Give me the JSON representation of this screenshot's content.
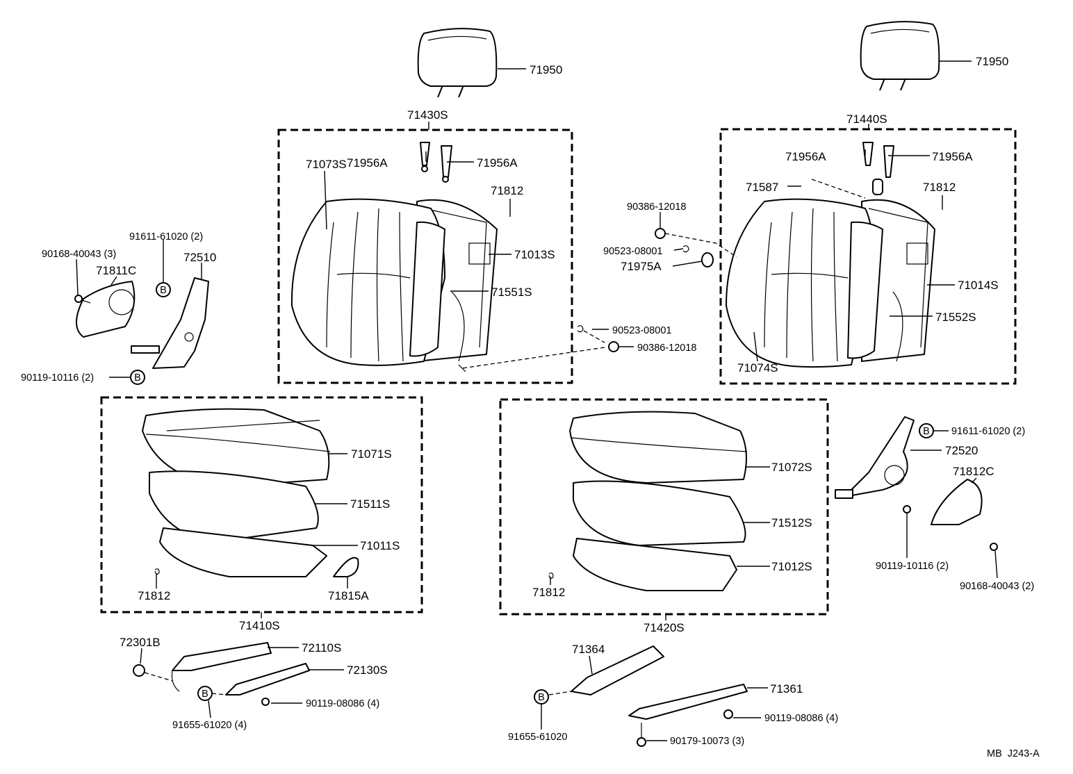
{
  "diagram_id": "MB  J243-A",
  "callout_symbol": "B",
  "labels": {
    "headrest_left": "71950",
    "headrest_right": "71950",
    "back_assy_left": "71430S",
    "back_assy_right": "71440S",
    "guide_l1": "71956A",
    "guide_l2": "71956A",
    "guide_r1": "71956A",
    "guide_r2": "71956A",
    "back_cover_left": "71073S",
    "back_cover_right": "71074S",
    "hog_ring_back_left": "71812",
    "hog_ring_back_right": "71812",
    "back_frame_left": "71013S",
    "back_frame_right": "71014S",
    "back_pad_left": "71551S",
    "back_pad_right": "71552S",
    "knob_71587": "71587",
    "nut_upper": "90386-12018",
    "clip_upper": "90523-08001",
    "bushing": "71975A",
    "clip_lower": "90523-08001",
    "nut_lower": "90386-12018",
    "recliner_left": "72510",
    "pin_left": "91611-61020 (2)",
    "bolt_left": "90168-40043 (3)",
    "cover_left": "71811C",
    "bolt_recliner_left": "90119-10116 (2)",
    "cushion_cover_left": "71071S",
    "cushion_pad_left": "71511S",
    "cushion_frame_left": "71011S",
    "hog_ring_cushion_left": "71812",
    "knob_cover": "71815A",
    "cushion_assy_left": "71410S",
    "cushion_cover_right": "71072S",
    "cushion_pad_right": "71512S",
    "cushion_frame_right": "71012S",
    "hog_ring_cushion_right": "71812",
    "cushion_assy_right": "71420S",
    "pin_right": "91611-61020 (2)",
    "recliner_right": "72520",
    "cover_right": "71812C",
    "bolt_recliner_right": "90119-10116 (2)",
    "bolt_right": "90168-40043 (2)",
    "cap": "72301B",
    "adjuster_inner": "72110S",
    "adjuster_outer": "72130S",
    "bolt_adjuster_left": "90119-08086 (4)",
    "pin_adjuster_left": "91655-61020 (4)",
    "rail_71364": "71364",
    "rail_71361": "71361",
    "bolt_adjuster_right": "90119-08086 (4)",
    "pin_adjuster_right": "91655-61020",
    "bolt_90179": "90179-10073 (3)"
  }
}
